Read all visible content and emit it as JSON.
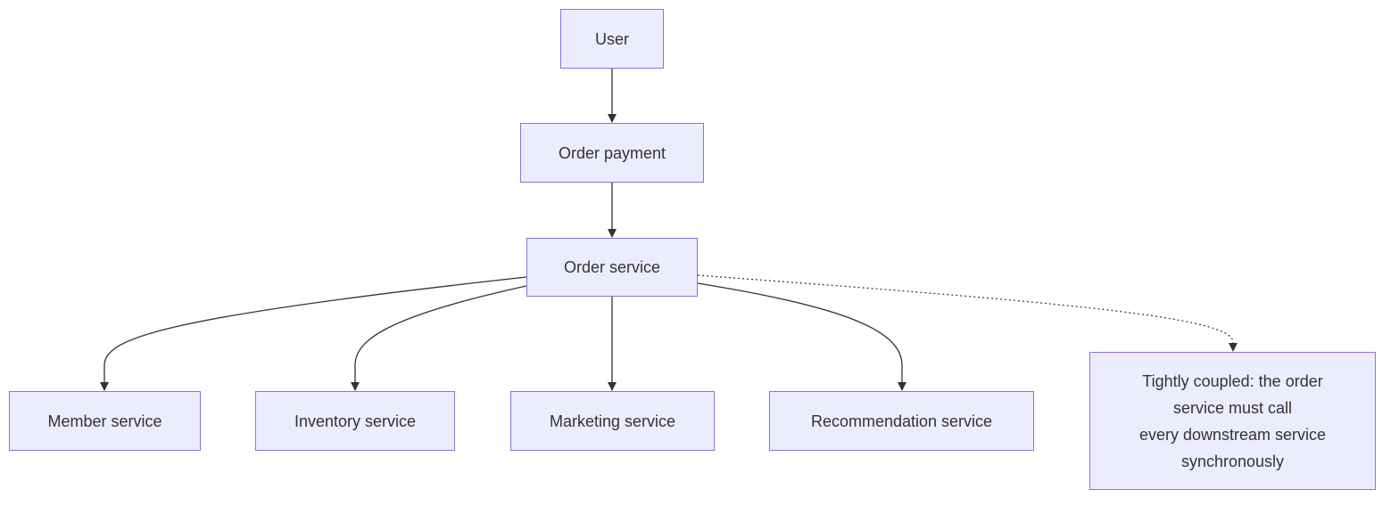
{
  "diagram": {
    "nodes": {
      "user": "User",
      "order_payment": "Order payment",
      "order_service": "Order service",
      "member_service": "Member service",
      "inventory_service": "Inventory service",
      "marketing_service": "Marketing service",
      "recommendation_service": "Recommendation service",
      "note": "Tightly coupled: the order\nservice must call\nevery downstream service\nsynchronously"
    },
    "edges": [
      {
        "from": "User",
        "to": "Order payment",
        "style": "solid"
      },
      {
        "from": "Order payment",
        "to": "Order service",
        "style": "solid"
      },
      {
        "from": "Order service",
        "to": "Member service",
        "style": "solid"
      },
      {
        "from": "Order service",
        "to": "Inventory service",
        "style": "solid"
      },
      {
        "from": "Order service",
        "to": "Marketing service",
        "style": "solid"
      },
      {
        "from": "Order service",
        "to": "Recommendation service",
        "style": "solid"
      },
      {
        "from": "Order service",
        "to": "Tightly coupled note",
        "style": "dotted"
      }
    ],
    "colors": {
      "node_fill": "#ececff",
      "node_border": "#9370db",
      "edge": "#333333",
      "text": "#333333"
    }
  }
}
